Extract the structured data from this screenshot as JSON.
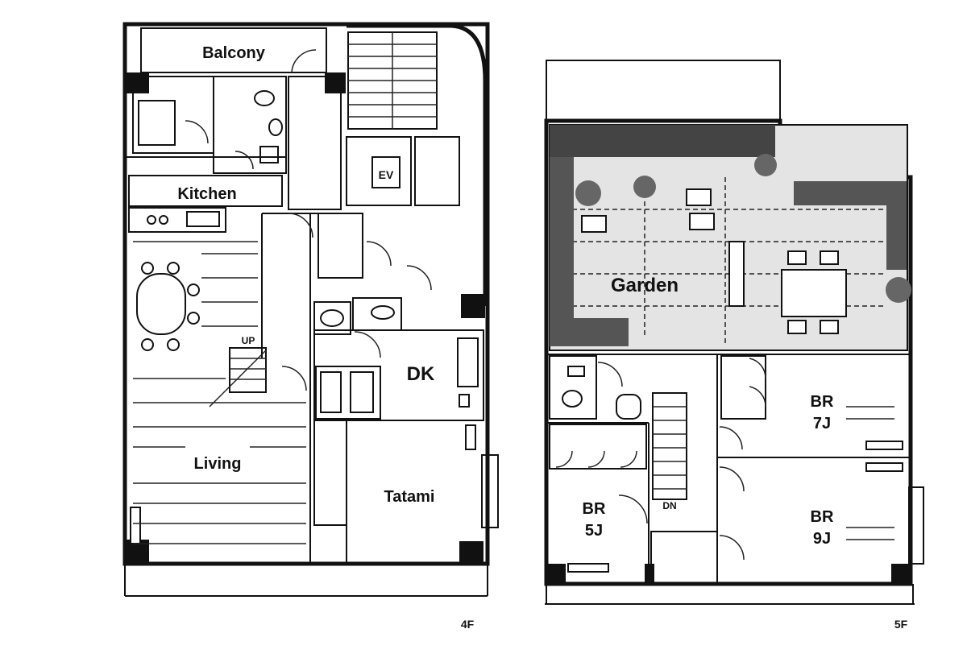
{
  "floors": {
    "fourth": {
      "tag": "4F",
      "rooms": {
        "balcony": "Balcony",
        "kitchen": "Kitchen",
        "living": "Living",
        "dk": "DK",
        "tatami": "Tatami",
        "ev": "EV",
        "stair_mark": "UP"
      }
    },
    "fifth": {
      "tag": "5F",
      "rooms": {
        "garden": "Garden",
        "br_7j_name": "BR",
        "br_7j_size": "7J",
        "br_5j_name": "BR",
        "br_5j_size": "5J",
        "br_9j_name": "BR",
        "br_9j_size": "9J",
        "stair_mark": "DN"
      }
    }
  }
}
